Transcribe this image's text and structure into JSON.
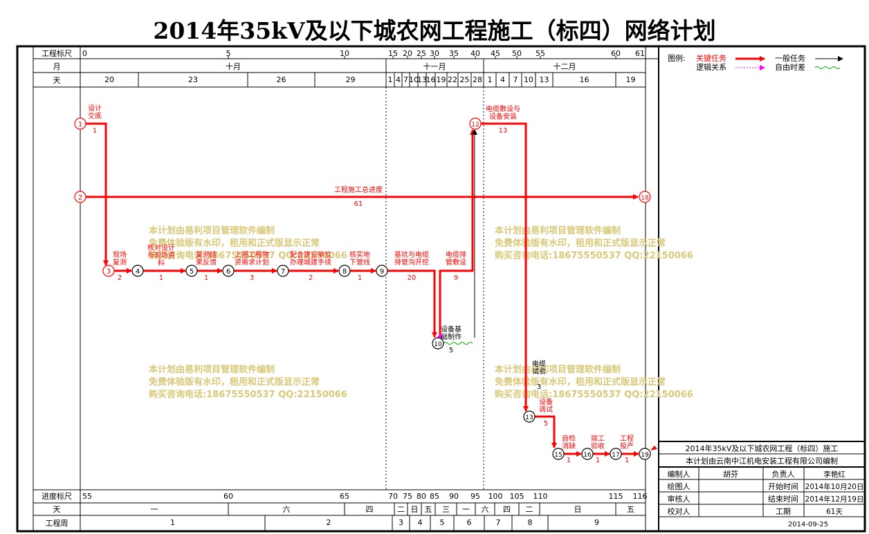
{
  "title": "2014年35kV及以下城农网工程施工（标四）网络计划",
  "colors": {
    "critical": "#ff0000",
    "normal": "#000000",
    "logic": "#ff00ff",
    "float": "#00aa00",
    "watermark": "#d8c878"
  },
  "top_scale": {
    "label": "工程标尺",
    "ticks": [
      "0",
      "5",
      "10",
      "15",
      "20",
      "25",
      "30",
      "35",
      "40",
      "45",
      "50",
      "55",
      "60",
      "61"
    ]
  },
  "month_row": {
    "label": "月",
    "months": [
      "十月",
      "十一月",
      "十二月"
    ]
  },
  "top_day_row": {
    "label": "天",
    "days": [
      "20",
      "23",
      "26",
      "29",
      "1",
      "4",
      "7",
      "10",
      "13",
      "16",
      "19",
      "22",
      "25",
      "28",
      "1",
      "4",
      "7",
      "10",
      "13",
      "16",
      "19"
    ]
  },
  "bottom_scale": {
    "label": "进度标尺",
    "ticks": [
      "55",
      "60",
      "65",
      "70",
      "75",
      "80",
      "85",
      "90",
      "95",
      "100",
      "105",
      "110",
      "115",
      "116"
    ]
  },
  "weekday_row": {
    "label": "天",
    "days": [
      "一",
      "六",
      "四",
      "二",
      "日",
      "五",
      "三",
      "一",
      "六",
      "四",
      "二",
      "日",
      "五"
    ]
  },
  "week_row": {
    "label": "工程周",
    "weeks": [
      "1",
      "2",
      "3",
      "4",
      "5",
      "6",
      "7",
      "8",
      "9"
    ]
  },
  "legend": {
    "label": "图例:",
    "critical": "关键任务",
    "normal": "一般任务",
    "logic": "逻辑关系",
    "float": "自由时差"
  },
  "nodes": [
    "1",
    "2",
    "3",
    "4",
    "5",
    "6",
    "7",
    "8",
    "9",
    "10",
    "12",
    "13",
    "15",
    "16",
    "17",
    "18",
    "19"
  ],
  "tasks": [
    {
      "name": "设计交底",
      "duration": "1"
    },
    {
      "name": "工程施工总进度",
      "duration": "61"
    },
    {
      "name": "现场复测",
      "duration": "2"
    },
    {
      "name": "核对设计与现场资料",
      "duration": "1"
    },
    {
      "name": "复测结果反馈",
      "duration": "1"
    },
    {
      "name": "上报工程物资需求计划",
      "duration": "3"
    },
    {
      "name": "配合建设单位办理城建手续",
      "duration": "2"
    },
    {
      "name": "核实地下管线",
      "duration": "1"
    },
    {
      "name": "基坑与电缆排管沟开挖",
      "duration": "20"
    },
    {
      "name": "电缆排管敷设",
      "duration": "9"
    },
    {
      "name": "设备基础制作",
      "duration": "5"
    },
    {
      "name": "电缆敷设与设备安装",
      "duration": "13"
    },
    {
      "name": "电缆试验",
      "duration": "3"
    },
    {
      "name": "设备调试",
      "duration": "5"
    },
    {
      "name": "自检消缺",
      "duration": "1"
    },
    {
      "name": "竣工验收",
      "duration": "1"
    },
    {
      "name": "工程投产",
      "duration": "1"
    }
  ],
  "watermark": [
    "本计划由易利项目管理软件编制",
    "免费体验版有水印，租用和正式版显示正常",
    "购买咨询电话:18675550537 QQ:22150066"
  ],
  "info_box": {
    "project": "2014年35kV及以下城农网工程（标四）施工",
    "compiler": "本计划由云南中江机电安装工程有限公司编制",
    "rows": [
      {
        "k1": "编制人",
        "v1": "胡芬",
        "k2": "负责人",
        "v2": "李艳红"
      },
      {
        "k1": "绘图人",
        "v1": "",
        "k2": "开始时间",
        "v2": "2014年10月20日"
      },
      {
        "k1": "审核人",
        "v1": "",
        "k2": "结束时间",
        "v2": "2014年12月19日"
      },
      {
        "k1": "校对人",
        "v1": "",
        "k2": "工期",
        "v2": "61天"
      }
    ],
    "date": "2014-09-25"
  }
}
